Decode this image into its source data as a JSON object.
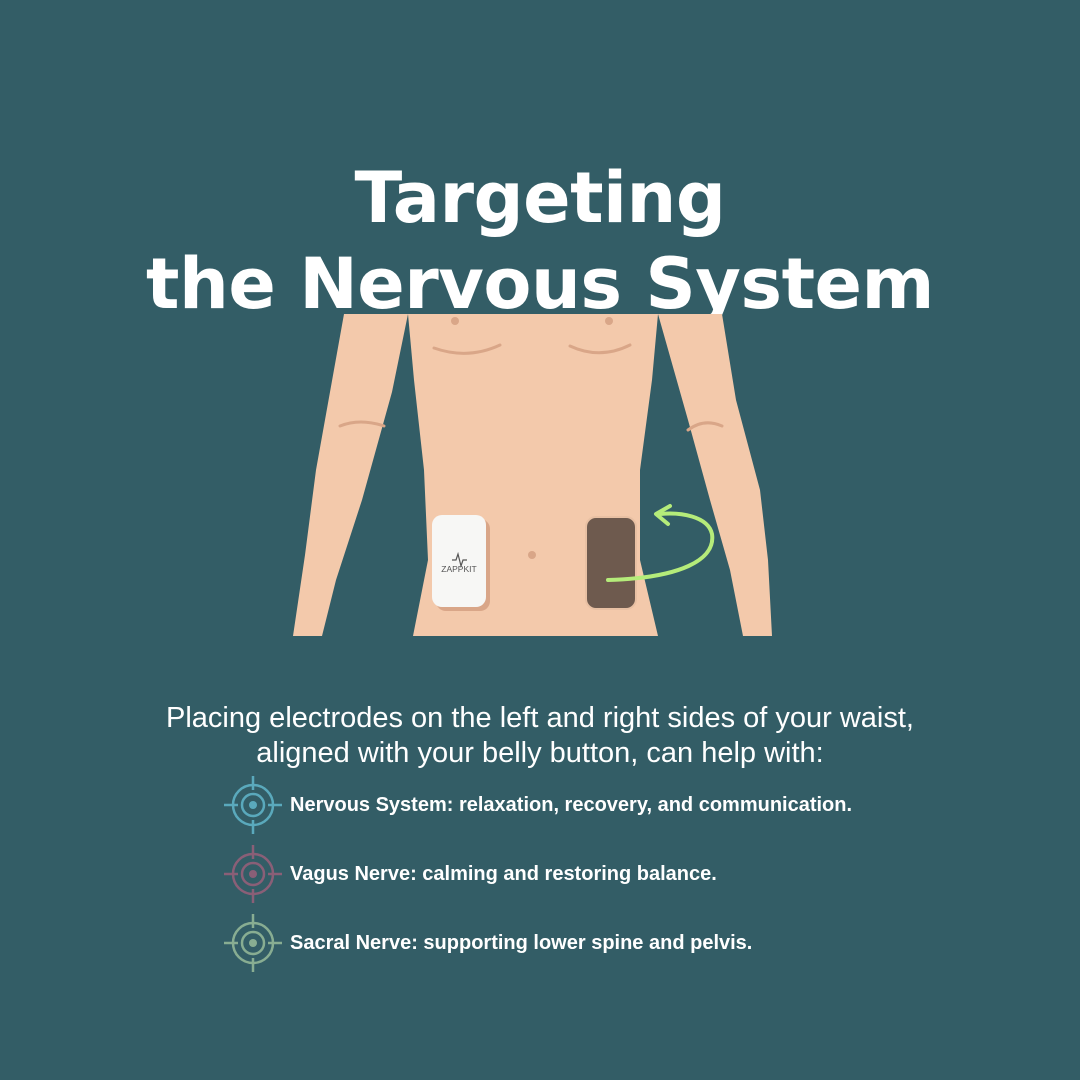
{
  "title": {
    "line1": "Targeting",
    "line2": "the Nervous System"
  },
  "device": {
    "brand": "ZAPPKIT"
  },
  "description": "Placing electrodes on the left and right sides of your waist, aligned with your belly button, can help with:",
  "benefits": [
    {
      "text": "Nervous System: relaxation, recovery, and communication.",
      "color": "#5aa9bc",
      "icon": "target-icon"
    },
    {
      "text": "Vagus Nerve: calming and restoring balance.",
      "color": "#8a5f77",
      "icon": "target-icon"
    },
    {
      "text": "Sacral Nerve: supporting lower spine and pelvis.",
      "color": "#88ad92",
      "icon": "target-icon"
    }
  ],
  "colors": {
    "background": "#335d66",
    "skin": "#f3c9ab",
    "skin_shadow": "#d9a688",
    "electrode_pad": "#6e5a4e",
    "arrow": "#b5ec7a",
    "device": "#f7f7f5"
  }
}
